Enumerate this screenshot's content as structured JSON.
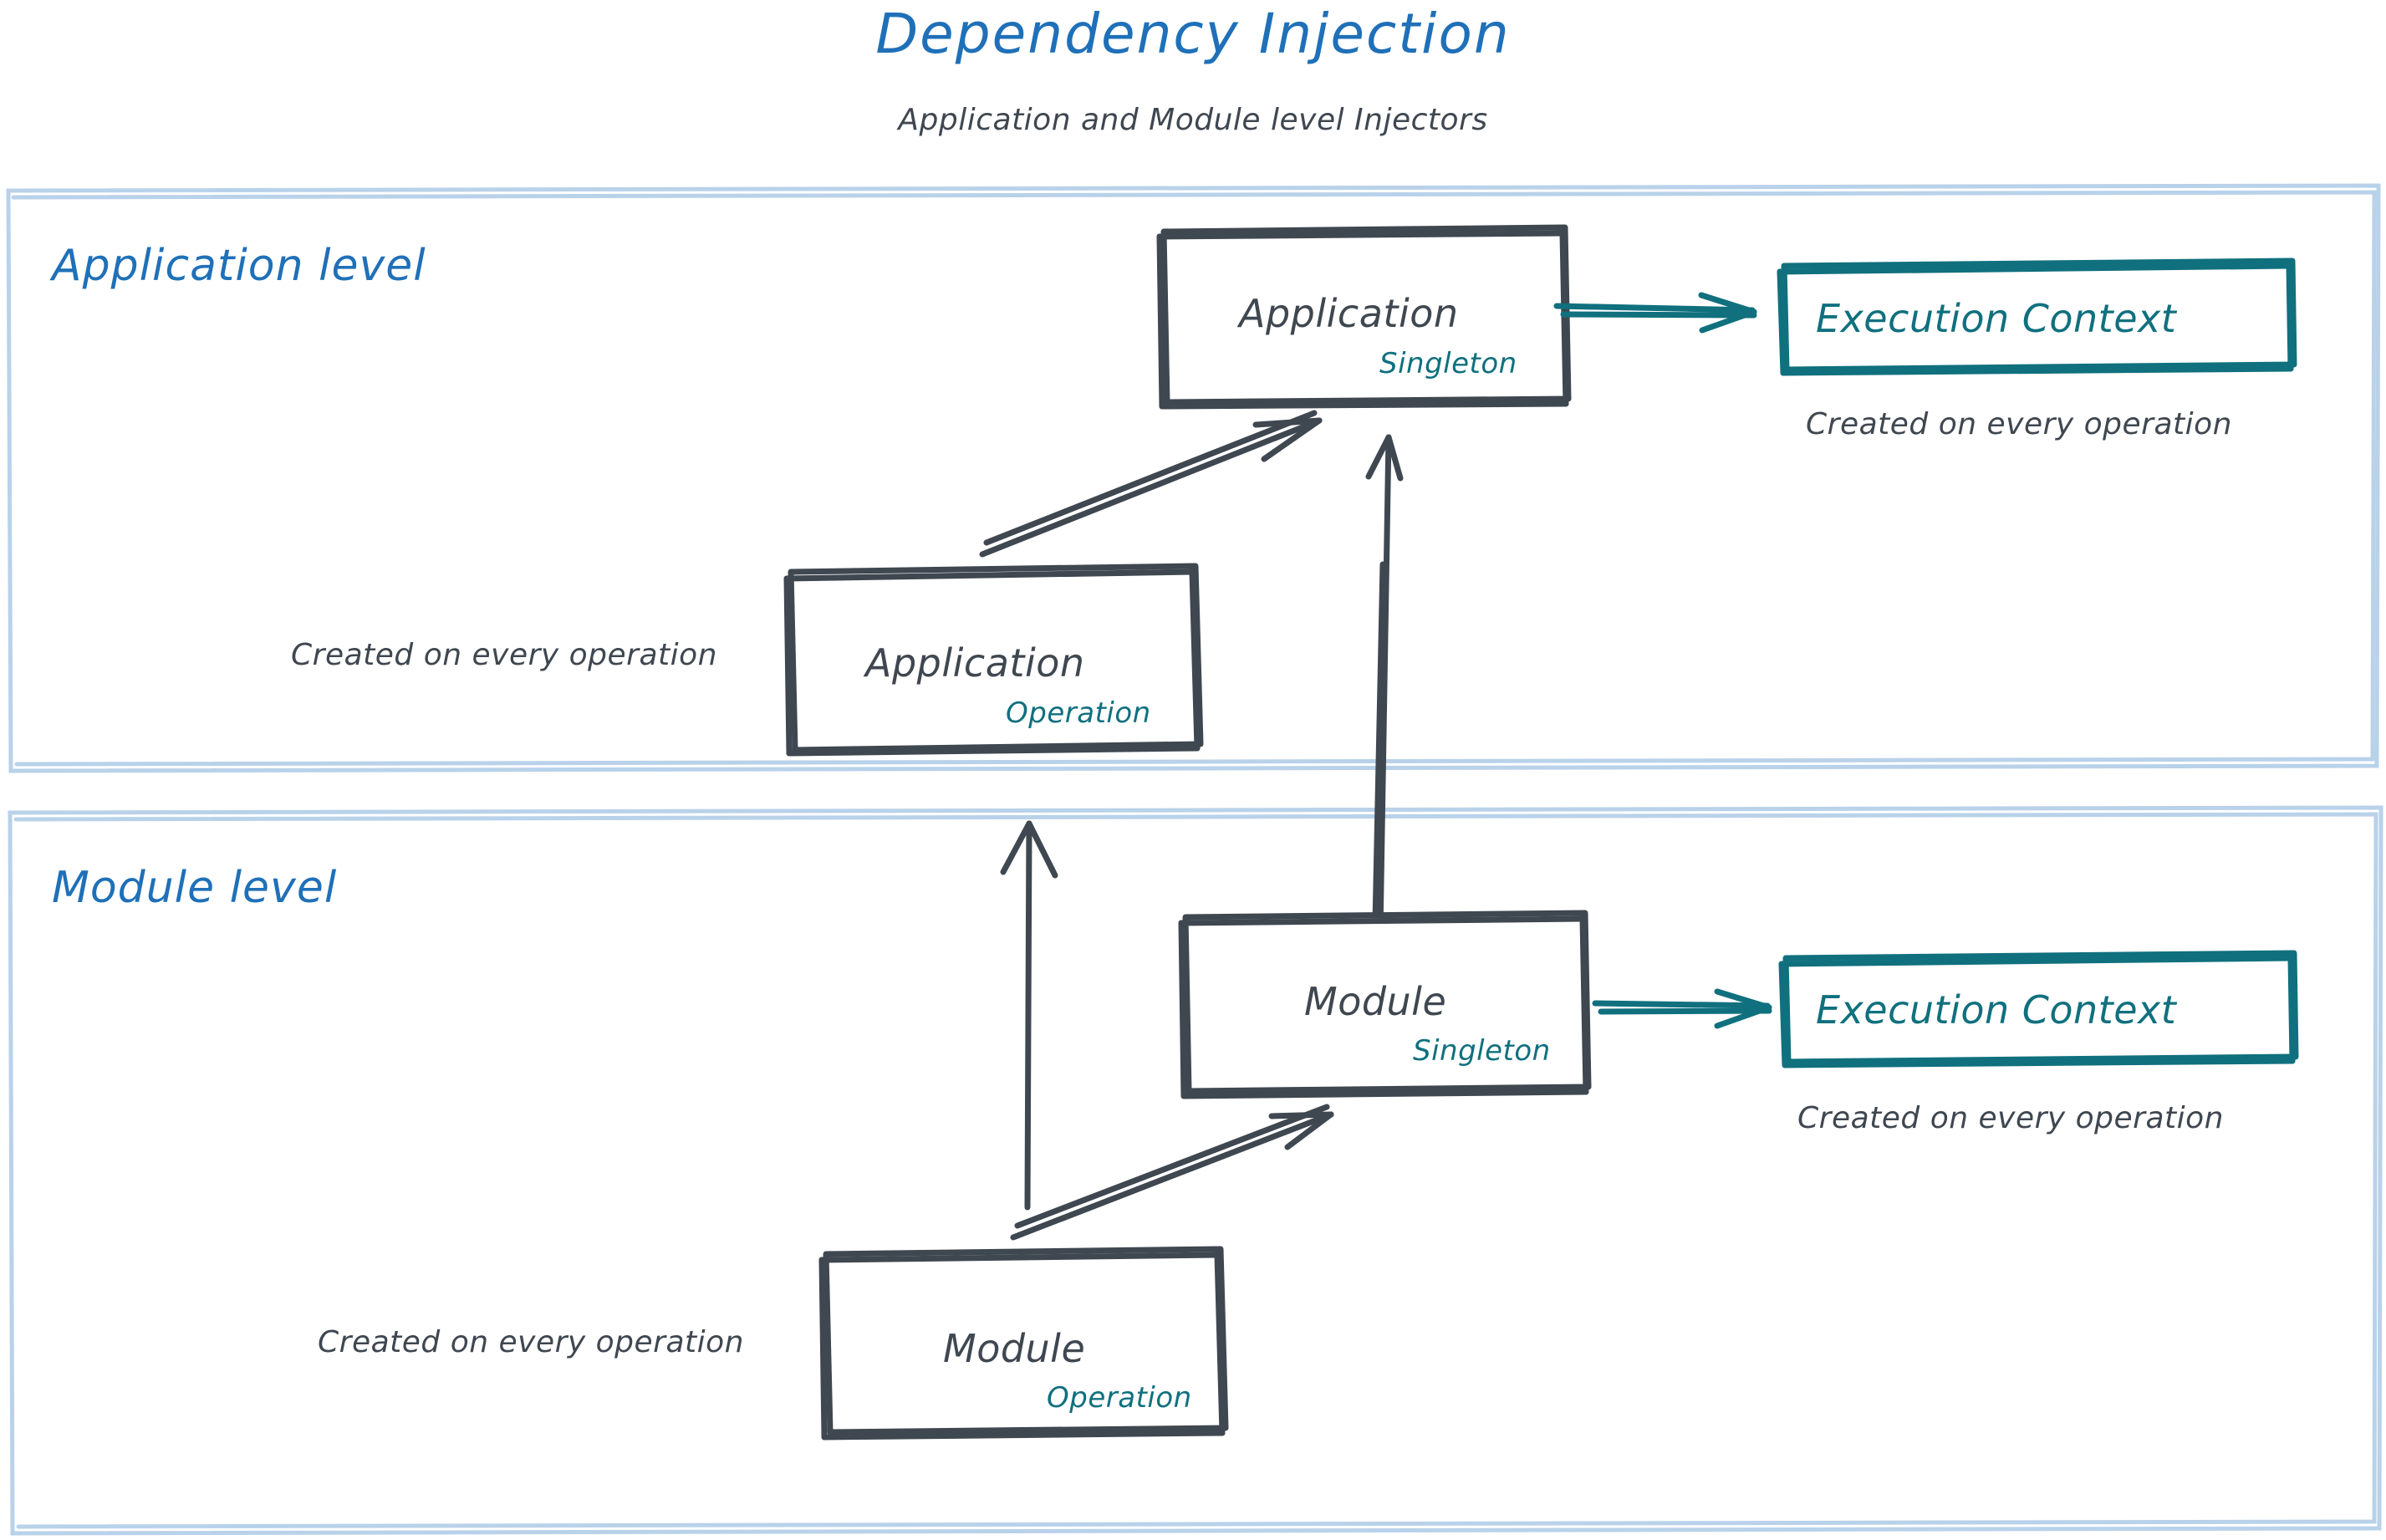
{
  "header": {
    "title": "Dependency Injection",
    "subtitle": "Application and Module level Injectors",
    "title_color": "#1f70b8",
    "subtitle_color": "#3f4750"
  },
  "colors": {
    "panel_border": "#b9d2ea",
    "node_border": "#3f4750",
    "node_text": "#3f4750",
    "scope_text": "#10707e",
    "teal": "#10707e",
    "blue": "#1f70b8",
    "background": "#ffffff"
  },
  "panels": [
    {
      "id": "application-level",
      "label": "Application level",
      "nodes": [
        {
          "id": "application-singleton",
          "title": "Application",
          "scope": "Singleton"
        },
        {
          "id": "application-operation",
          "title": "Application",
          "scope": "Operation",
          "note": "Created on every operation"
        },
        {
          "id": "execution-context-application",
          "title": "Execution Context",
          "note": "Created on every operation",
          "style": "teal"
        }
      ],
      "edges": [
        {
          "from": "application-operation",
          "to": "application-singleton",
          "style": "sketch-double",
          "color": "#3f4750"
        },
        {
          "from": "application-singleton",
          "to": "execution-context-application",
          "style": "sketch-double",
          "color": "#10707e"
        }
      ]
    },
    {
      "id": "module-level",
      "label": "Module level",
      "nodes": [
        {
          "id": "module-singleton",
          "title": "Module",
          "scope": "Singleton"
        },
        {
          "id": "module-operation",
          "title": "Module",
          "scope": "Operation",
          "note": "Created on every operation"
        },
        {
          "id": "execution-context-module",
          "title": "Execution Context",
          "note": "Created on every operation",
          "style": "teal"
        }
      ],
      "edges": [
        {
          "from": "module-operation",
          "to": "module-singleton",
          "style": "sketch-double",
          "color": "#3f4750"
        },
        {
          "from": "module-singleton",
          "to": "execution-context-module",
          "style": "sketch-double",
          "color": "#10707e"
        },
        {
          "from": "module-singleton",
          "to": "application-singleton",
          "style": "sketch-single",
          "color": "#3f4750"
        },
        {
          "from": "module-operation",
          "to": "application-operation",
          "style": "sketch-single",
          "color": "#3f4750"
        }
      ]
    }
  ]
}
